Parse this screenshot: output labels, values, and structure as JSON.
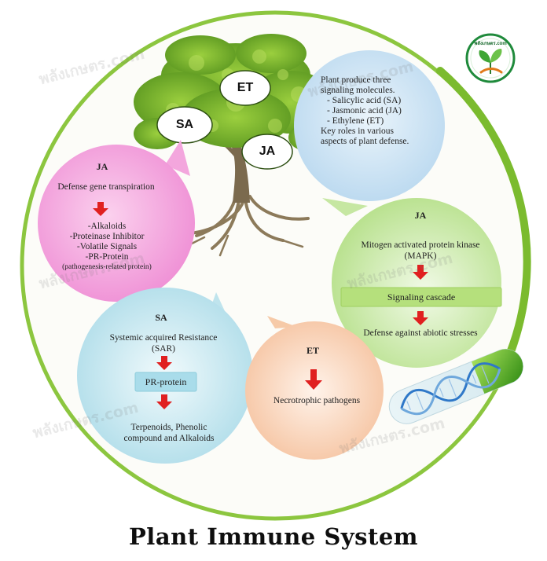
{
  "title": "Plant Immune System",
  "watermark": "พลังเกษตร.com",
  "logo_text": "พลังเกษตร.com",
  "tree_tags": {
    "et": "ET",
    "sa": "SA",
    "ja": "JA"
  },
  "intro": {
    "line1": "Plant produce three",
    "line2": "signaling molecules.",
    "item1": "- Salicylic acid (SA)",
    "item2": "- Jasmonic acid (JA)",
    "item3": "- Ethylene (ET)",
    "line3": "Key roles in various",
    "line4": "aspects of plant defense."
  },
  "ja_left": {
    "header": "JA",
    "subtitle": "Defense gene transpiration",
    "items": [
      "-Alkaloids",
      "-Proteinase Inhibitor",
      "-Volatile Signals",
      "-PR-Protein"
    ],
    "note": "(pathogenesis-related protein)"
  },
  "ja_right": {
    "header": "JA",
    "line1": "Mitogen activated protein kinase",
    "line2": "(MAPK)",
    "box": "Signaling cascade",
    "result": "Defense against abiotic stresses"
  },
  "sa": {
    "header": "SA",
    "line1": "Systemic acquired Resistance",
    "line2": "(SAR)",
    "box": "PR-protein",
    "result1": "Terpenoids, Phenolic",
    "result2": "compound and Alkaloids"
  },
  "et": {
    "header": "ET",
    "result": "Necrotrophic pathogens"
  },
  "colors": {
    "ring": "#8cc63f",
    "pink": "#f39ad9",
    "blue": "#c7dff1",
    "green": "#c9eaa5",
    "cyan": "#bfe6ef",
    "peach": "#f8cfb1",
    "arrow": "#e02020"
  }
}
